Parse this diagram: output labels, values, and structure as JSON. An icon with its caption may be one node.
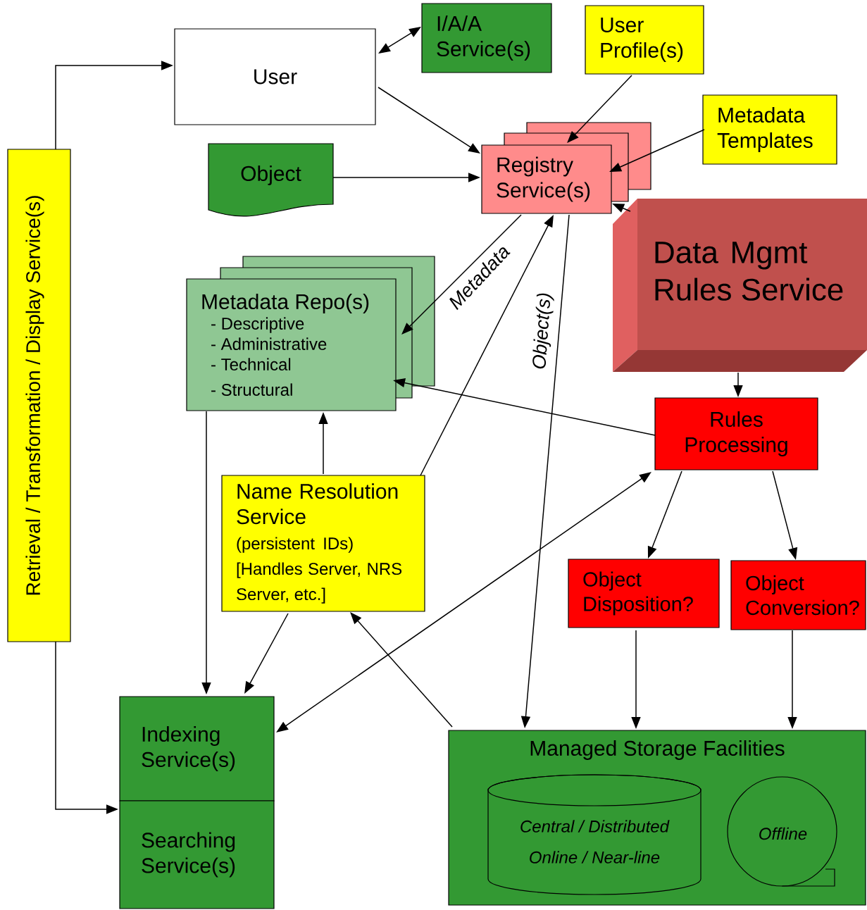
{
  "diagram": {
    "nodes": [
      {
        "text": [
          "User"
        ]
      },
      {
        "text": [
          "I/A/A Service(s)"
        ]
      },
      {
        "text": [
          "User Profile(s)"
        ]
      },
      {
        "text": [
          "Metadata Templates"
        ]
      },
      {
        "text": [
          "Object"
        ]
      },
      {
        "text": [
          "Registry Service(s)"
        ]
      },
      {
        "text": [
          "Data Mgmt Rules Service"
        ]
      },
      {
        "text": [
          "Metadata Repo(s)",
          "- Descriptive",
          "- Administrative",
          "- Technical",
          "- Structural"
        ]
      },
      {
        "text": [
          "Retrieval / Transformation / Display Service(s)"
        ]
      },
      {
        "text": [
          "Rules Processing"
        ]
      },
      {
        "text": [
          "Name Resolution Service",
          "(persistent IDs) [Handles Server, NRS Server, etc.]"
        ]
      },
      {
        "text": [
          "Object Disposition?"
        ]
      },
      {
        "text": [
          "Object Conversion?"
        ]
      },
      {
        "text": [
          "Indexing Service(s)"
        ]
      },
      {
        "text": [
          "Searching Service(s)"
        ]
      },
      {
        "text": [
          "Managed Storage Facilities"
        ]
      },
      {
        "text": [
          "Central / Distributed",
          "Online / Near-line"
        ],
        "in": 15
      },
      {
        "text": [
          "Offline"
        ],
        "in": 15
      }
    ],
    "edges": [
      {
        "from": 0,
        "to": 1,
        "arrow": "both"
      },
      {
        "from": 0,
        "to": 5,
        "arrow": "to"
      },
      {
        "from": 2,
        "to": 5,
        "arrow": "to"
      },
      {
        "from": 3,
        "to": 5,
        "arrow": "to"
      },
      {
        "from": 4,
        "to": 5,
        "arrow": "to"
      },
      {
        "from": 6,
        "to": 5,
        "arrow": "to"
      },
      {
        "from": 5,
        "to": 7,
        "arrow": "to",
        "label": "Metadata"
      },
      {
        "from": 10,
        "to": 5,
        "arrow": "to"
      },
      {
        "from": 5,
        "to": 15,
        "arrow": "to",
        "label": "Object(s)"
      },
      {
        "from": 6,
        "to": 9,
        "arrow": "to"
      },
      {
        "from": 9,
        "to": 7,
        "arrow": "to"
      },
      {
        "from": 9,
        "to": 11,
        "arrow": "to"
      },
      {
        "from": 9,
        "to": 12,
        "arrow": "to"
      },
      {
        "from": 13,
        "to": 9,
        "arrow": "both"
      },
      {
        "from": 7,
        "to": 13,
        "arrow": "to"
      },
      {
        "from": 10,
        "to": 13,
        "arrow": "to"
      },
      {
        "from": 10,
        "to": 7,
        "arrow": "to"
      },
      {
        "from": 15,
        "to": 10,
        "arrow": "to"
      },
      {
        "from": 11,
        "to": 15,
        "arrow": "to"
      },
      {
        "from": 12,
        "to": 15,
        "arrow": "to"
      },
      {
        "from": 8,
        "to": 0,
        "arrow": "to"
      },
      {
        "from": 8,
        "to": 14,
        "arrow": "to"
      }
    ]
  }
}
